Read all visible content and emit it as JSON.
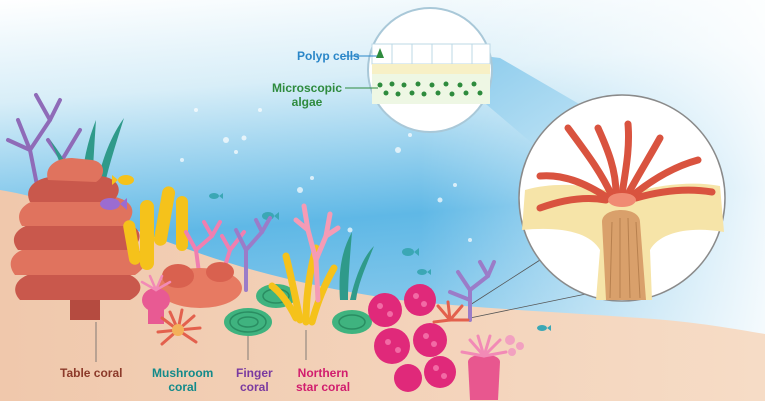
{
  "inset_labels": {
    "polyp_cells": "Polyp cells",
    "algae_line1": "Microscopic",
    "algae_line2": "algae"
  },
  "coral_labels": {
    "table": "Table coral",
    "mushroom_line1": "Mushroom",
    "mushroom_line2": "coral",
    "finger_line1": "Finger",
    "finger_line2": "coral",
    "northern_line1": "Northern",
    "northern_line2": "star coral"
  },
  "colors": {
    "polyp_label": "#2a86c8",
    "algae_label": "#2e8b3e",
    "table_label": "#8c3a2a",
    "mushroom_label": "#138a8a",
    "finger_label": "#7a3aa0",
    "northern_label": "#d11d6e",
    "water_top": "#ffffff",
    "water_mid": "#5fb8e6",
    "sand": "#f3cfb6"
  }
}
